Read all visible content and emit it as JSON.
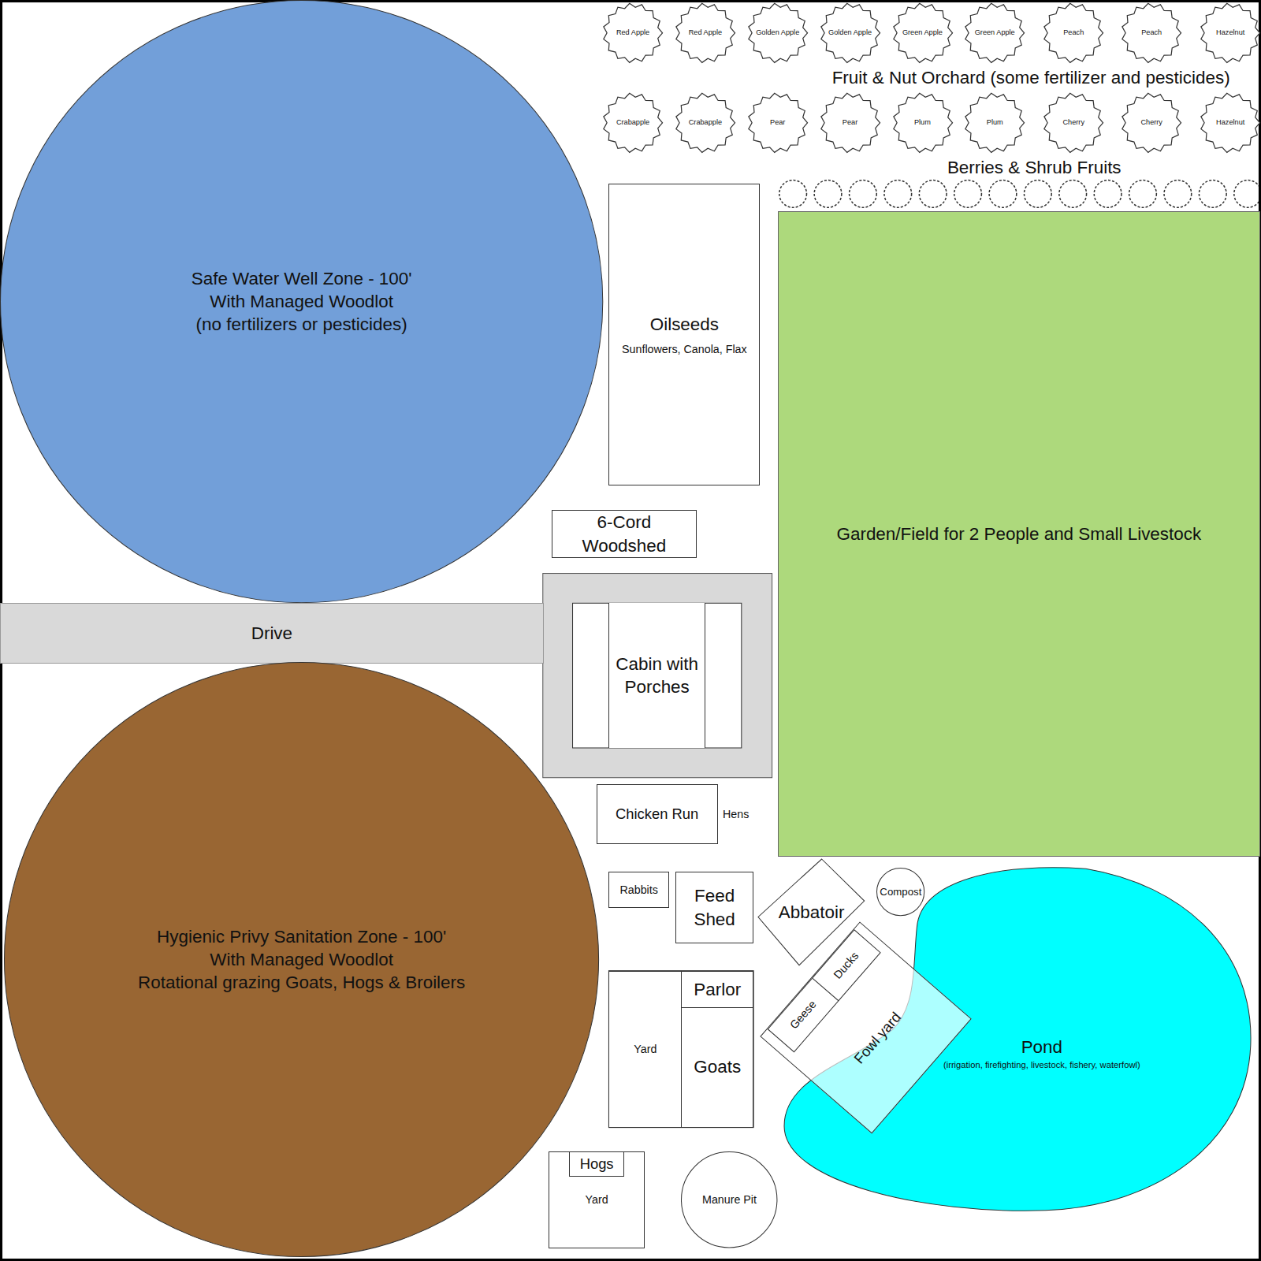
{
  "diagram": {
    "nodes": [
      {
        "text": [
          "Safe Water Well Zone - 100'",
          "With Managed Woodlot",
          "(no fertilizers or pesticides)"
        ]
      },
      {
        "text": [
          "Red Apple"
        ]
      },
      {
        "text": [
          "Red Apple"
        ]
      },
      {
        "text": [
          "Golden Apple"
        ]
      },
      {
        "text": [
          "Golden Apple"
        ]
      },
      {
        "text": [
          "Green Apple"
        ]
      },
      {
        "text": [
          "Green Apple"
        ]
      },
      {
        "text": [
          "Peach"
        ]
      },
      {
        "text": [
          "Peach"
        ]
      },
      {
        "text": [
          "Hazelnut"
        ]
      },
      {
        "text": [
          "Crabapple"
        ]
      },
      {
        "text": [
          "Crabapple"
        ]
      },
      {
        "text": [
          "Pear"
        ]
      },
      {
        "text": [
          "Pear"
        ]
      },
      {
        "text": [
          "Plum"
        ]
      },
      {
        "text": [
          "Plum"
        ]
      },
      {
        "text": [
          "Cherry"
        ]
      },
      {
        "text": [
          "Cherry"
        ]
      },
      {
        "text": [
          "Hazelnut"
        ]
      },
      {
        "text": [
          "Oilseeds",
          "Sunflowers, Canola, Flax"
        ]
      },
      {
        "text": [
          "6-Cord Woodshed"
        ]
      },
      {
        "text": [
          "Drive"
        ]
      },
      {
        "text": [
          "Cabin with Porches"
        ]
      },
      {
        "text": [
          "Garden/Field for 2 People and Small Livestock"
        ]
      },
      {
        "text": [
          "Chicken Run"
        ]
      },
      {
        "text": [
          "Hens"
        ],
        "in": 24
      },
      {
        "text": [
          "Rabbits"
        ]
      },
      {
        "text": [
          "Feed Shed"
        ]
      },
      {
        "text": [
          "Abbatoir"
        ]
      },
      {
        "text": [
          "Compost"
        ]
      },
      {
        "text": [
          "Pond",
          "(irrigation, firefighting, livestock, fishery, waterfowl)"
        ]
      },
      {
        "text": [
          "Fowl yard"
        ]
      },
      {
        "text": [
          "Geese"
        ],
        "in": 31
      },
      {
        "text": [
          "Ducks"
        ],
        "in": 31
      },
      {
        "text": [
          "Yard"
        ]
      },
      {
        "text": [
          "Parlor"
        ]
      },
      {
        "text": [
          "Goats"
        ]
      },
      {
        "text": [
          "Yard"
        ]
      },
      {
        "text": [
          "Hogs"
        ],
        "in": 37
      },
      {
        "text": [
          "Manure Pit"
        ]
      },
      {
        "text": [
          "Hygienic Privy Sanitation Zone - 100'",
          "With Managed Woodlot",
          "Rotational grazing Goats, Hogs & Broilers"
        ]
      }
    ],
    "labels": [
      "Fruit & Nut Orchard (some fertilizer and pesticides)",
      "Berries & Shrub Fruits"
    ]
  }
}
